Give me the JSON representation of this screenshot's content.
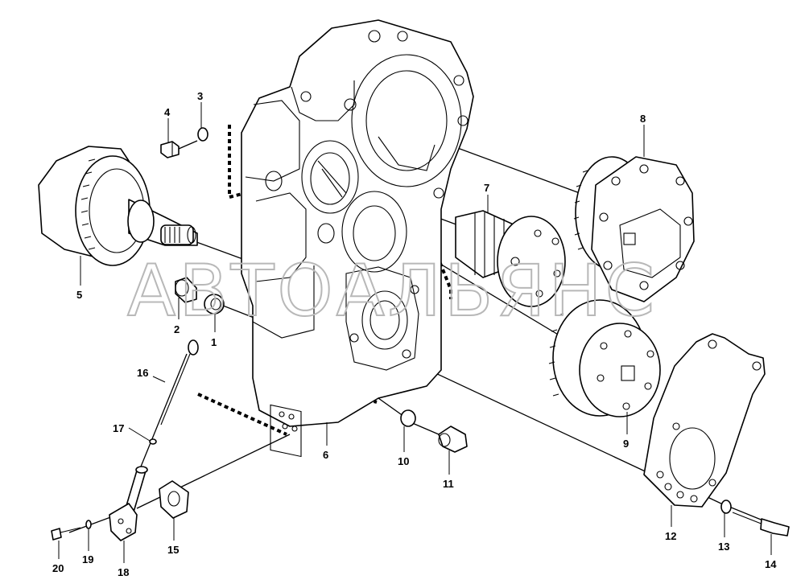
{
  "watermark": "АВТОАЛЬЯНС",
  "callouts": [
    "1",
    "2",
    "3",
    "4",
    "5",
    "6",
    "7",
    "8",
    "9",
    "10",
    "11",
    "12",
    "13",
    "14",
    "15",
    "16",
    "17",
    "18",
    "19",
    "20"
  ]
}
